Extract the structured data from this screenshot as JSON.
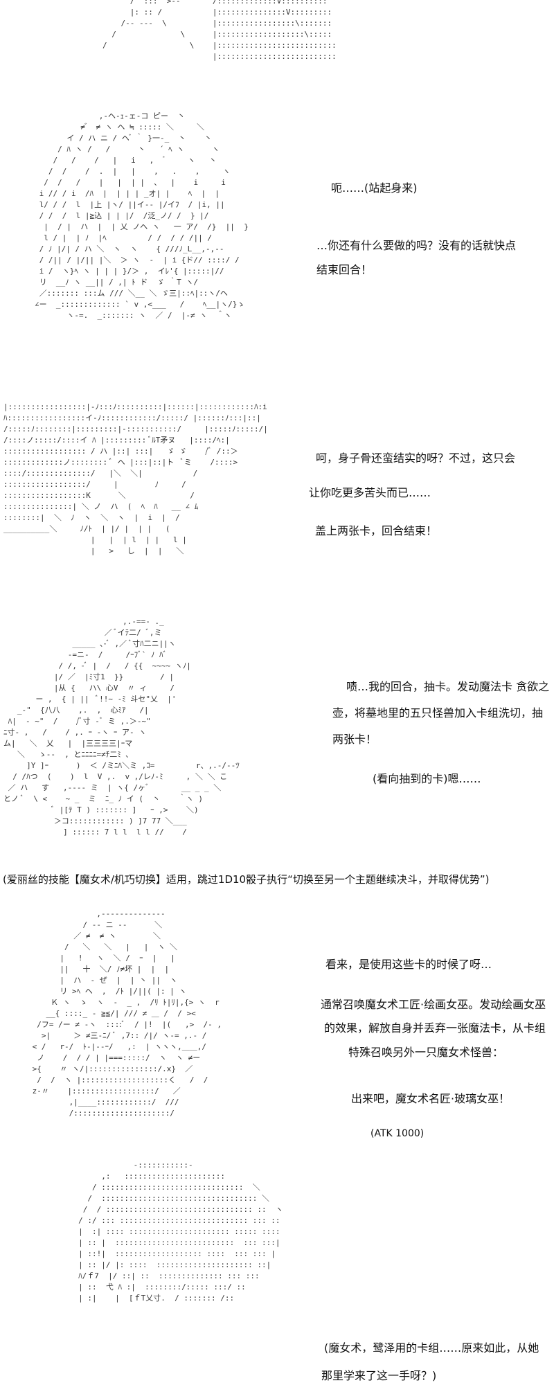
{
  "panels": [
    {
      "art": [
        "              /  :::  >--       /:::::::::::::V::::::::::",
        "              |: :: /           |:::::::::::::::V:::::::::",
        "            /-- ---  \\          |:::::::::::::::::\\:::::::",
        "          /              \\      |:::::::::::::::::::\\:::::",
        "        /                  \\    |::::::::::::::::::::::::::",
        "                                |::::::::::::::::::::::::::"
      ],
      "lines": []
    },
    {
      "art": [
        "              ,-ヘ-ｪ-ェ-コ ピー  丶",
        "          ≠ ゙  ≠ ヽ ヘ ≒ ::::: ＼     ＼",
        "       イ / ハ ニ / ヘ ゙ ｀ }一-_  丶    丶",
        "     / ﾊ ヽ /   /      丶   ´ ﾍ ヽ      ヽ",
        "    /   /    /   |   i   ,   ゙     ヽ   丶",
        "   /  /    /  .  |   |    ,   .    ,     ヽ",
        "  /  /   /    |   |  | |  、  |    i     i",
        " i // / i  /ﾊ  |  | | | _オ| |    ﾍ  |  |",
        " l/ / /  l  |上 |ヽ/ ||イ-- |/イﾌ  / |i, ||",
        " / /  /  l |≧込 | | |/  /泛_ノ/ /  } |/",
        "  |  / |  ハ  |  | 乂 ノヘ ヽ   一 ア/  /}  ||  }",
        "  l / |  | ﾉ  |ﾍ         / /  / / /|| /",
        " / ﾉ |/| / ハ ＼  ヽ  ヽ    { ///ﾉ_L__,-,--",
        " / /|| / |/|| |＼  ＞ ヽ  -  | i {ド// ::::/ /",
        " i /  ヽ}ﾍ ヽ | | | }/＞ ,  イﾚ'{ |:::::|//",
        " リ  __ﾉ ヽ __|| / ,| ﾄ ド  ゞ ｀T ヽ/",
        " ／::::::: :::ム /// ＼__ ＼ ゞ三|::ﾍ|::ヽ/ヘ",
        "∠ー  _::::::::::::: ` v ,<___   /    ﾍ__|ヽ/}ゝ",
        "       ヽ-=.  _::::::: ヽ  ／ /  |-≠ ヽ  ＾ヽ"
      ],
      "lines": [
        "呃……(站起身来)",
        "…你还有什么要做的吗？没有的话就快点",
        "结束回合！"
      ]
    },
    {
      "art": [
        "|:::::::::::::::::|-ﾉ:::ﾉ::::::::::|::::::|::::::::::::ﾊ:i",
        "ﾊ:::::::::::::::::イ-ﾉ::::::::::::/:::::/ |::::::ﾉ:::|::|",
        "/:::::ﾉ::::::::|:::::::::|-:::::::::::/     |:::::ﾉ:::::/|",
        "/::::ノ:::::/::::イ ﾊ |::::::::: ﾞﾙT矛ヌ   |::::/ﾍ:|",
        ":::::::::::::::::: / ハ |::| :::|   ゞ ゞ    /ﾞ /::＞",
        ":::::::::::::ノ:::::::: ﾞ ヘ |:::|::|ト  ﾞミ    /::::>",
        "::::/::::::::::::::/   |＼  ＼|           /",
        "::::::::::::::::::/     |        ﾉ     /",
        "::::::::::::::::::K      ＼              /",
        ":::::::::::::::| ＼ ノ  ハ  (  ﾍ  ﾊ   __ ∠ ﾑ",
        "::::::::|  ＼  ﾉ  ヽ  ＼  ヽ  |  i  |  /",
        "__________＼     ﾉ/ﾄ  | |/ |  | |   (",
        "                   |   |  | l  | |   l |",
        "                   |   >   し  |  |   ＼"
      ],
      "lines": [
        "呵，身子骨还蛮结实的呀？不过，这只会",
        "让你吃更多苦头而已……",
        "盖上两张卡，回合结束！"
      ]
    },
    {
      "art": [
        "                          ,.-==- ._",
        "                      ／ ﾞイﾃ二/ ﾞ,ミ",
        "               _____ ､-ﾞ ,／ ﾞ寸ﾊ二ニ||ヽ",
        "              -=ニ-  /     /ｰﾌﾞ` ﾉ ﾊﾞ",
        "            / /, -ﾞ |  /   / {{  ~~~~ ヽﾉ|",
        "           |/ ／  |ﾐ寸1  }}        / |",
        "           |从 {   ハ\\ 心V  〃 ィ     /",
        "       ー ,  { | ||  ﾞ!!~ -ﾐ 斗セ\"乂  |'",
        "   _-\"  {八八    ,.  ,  心ﾐｱ   /|",
        " ﾊ|  - ~\"  /    /ﾞ寸 -ﾞ ミ ,.＞-~\"",
        "ﾆ寸- ,   /    / ,. ｰ -ヽ ｰ ア- ヽ",
        "ム|   ＼  乂   |  |三三三三|ｰマ",
        "   ＼   ゝ--  , とﾆﾆﾆﾆ=≠ﾁ二ﾐ ､",
        "     ]Y ]ｰ      )  ＜ /ミﾆﾊ＼ミ ,ｺ=         r、,.-/--ﾂ",
        "  / /ﾊつ  (    )  l  V ,.  v ,/レﾉ-ﾐ     , ＼ ＼ こ",
        " ／ ハ   す   ,---- ミ  | ヽ{ /ヶﾞ       __ _ _ ＼",
        "とノ ﾞ  \\ <    ~ _  ミ  ﾆ_ ﾉ イ (  丶    ｀ヽ )",
        "           ﾞ |[ﾃ T ) ::::::: ]   ｰ ,>    ＼)",
        "           ＞コ:::::::::::: ) ]7 77 ＼___",
        "             ] :::::: 7 l l  l l //    /"
      ],
      "lines": [
        "啧…我的回合，抽卡。发动魔法卡 贪欲之",
        "壶，将墓地里的五只怪兽加入卡组洗切，抽",
        "两张卡！",
        "(看向抽到的卡)嗯……"
      ]
    },
    {
      "note": "(爱丽丝的技能【魔女术/机巧切换】适用，跳过1D10骰子执行“切换至另一个主题继续决斗，并取得优势”)"
    },
    {
      "art": [
        "               ,--------------",
        "            / -- ニ --      ＼",
        "          ／ ≠  ≠ ヽ        ＼",
        "        /   ＼   ＼   |   |  ヽ ＼",
        "       |   !   ヽ  ＼ /  ｰ  |   |",
        "       ||   十  ＼/ ﾉ≠坏 |  |  |",
        "       |  ハ  - ぜ  |  | 丶 ||  ヽ",
        "       リ >ﾍ ヘ  ,  /ﾄ |/||( |: | ヽ",
        "     Ｋ ヽ  ゝ  ヽ  -  _ ,  /ﾘ ﾄ|ﾘ|,{> ヽ  r",
        "    __{ ::::_ - ≧≦/| /// ≠ ＿ /  / ><",
        "  /フ= /ー ≠ -ヽ  ::::ﾞ  / |!  |(   ,>  /- ,",
        "   >|     ＞ ≠三-ﾆ/ ﾞ ,7:: /|/ ヽ-= ,.- /",
        " < /   r-/  ﾄ-|--ｰ/   ,:  | ヽヽヽ,＿＿,/",
        "  ノ    /  / / | |===:::::/  ヽ  ヽ ≠ー",
        " >{    〃 ヽ/|:::::::::::::::/.x}  ／",
        "  /  /  ヽ |:::::::::::::::::::く   /  /",
        " z-〃    |::::::::::::::::::/   ／",
        "         ,|____::::::::::::/  ///",
        "         /:::::::::::::::::::::/"
      ],
      "lines": [
        "看来，是使用这些卡的时候了呀…",
        "通常召唤魔女术工匠·绘画女巫。发动绘画女巫",
        "的效果，解放自身并丢弃一张魔法卡，从卡组",
        "特殊召唤另外一只魔女术怪兽：",
        "出来吧，魔女术名匠·玻璃女巫！",
        "(ATK 1000)"
      ]
    },
    {
      "art": [
        "                 -:::::::::::-",
        "          ,:   ::::::::::::::::::::::",
        "        / :::::::::::::::::::::::::::::::  ＼",
        "       /  :::::::::::::::::::::::::::::::::: ＼",
        "      /  / :::::::::::::::::::::::::::::::: ::  ヽ",
        "     / :/ ::: :::::::::::::::::::::::::::: ::: ::",
        "     |  :| :::: :::::::::::::::::::::: ::::: ::::",
        "     | :: |  ::::::::::::::::::::::::::  ::: :::|",
        "     | ::!|  ::::::::::::::::::: ::::  ::: ::: |",
        "     | :: |/ |: ::::  ::::::::::::::::::::: ::|",
        "     ﾊ/ｆ7  |/ ::| ::  :::::::::::::: ::: :::",
        "     | ::  弋 ﾊ :|  ::::::::/::::: :::/ ::",
        "     | :|    |  [ｆT乂寸.  / ::::::: /::"
      ],
      "lines": [
        "(魔女术，鹭泽用的卡组……原来如此，从她",
        "那里学来了这一手呀？)"
      ]
    }
  ]
}
